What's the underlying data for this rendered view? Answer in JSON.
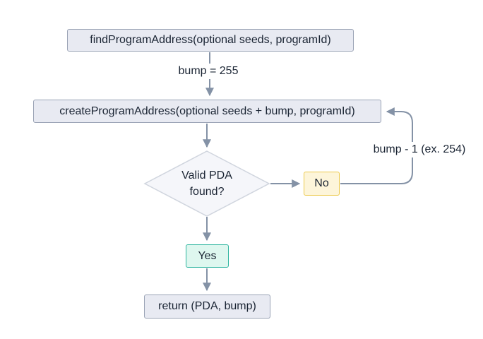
{
  "diagram": {
    "title": "PDA derivation flowchart",
    "nodes": {
      "find": {
        "label": "findProgramAddress(optional seeds, programId)"
      },
      "create": {
        "label": "createProgramAddress(optional seeds + bump, programId)"
      },
      "decision": {
        "label": "Valid PDA found?"
      },
      "no": {
        "label": "No"
      },
      "yes": {
        "label": "Yes"
      },
      "return": {
        "label": "return (PDA, bump)"
      }
    },
    "edge_labels": {
      "bump_init": "bump = 255",
      "bump_decrement": "bump - 1 (ex. 254)"
    },
    "colors": {
      "node_fill": "#e8eaf2",
      "node_border": "#9aa3b5",
      "decision_fill": "#f5f6fa",
      "decision_border": "#d0d5de",
      "no_fill": "#fdf5da",
      "no_border": "#ecc94b",
      "yes_fill": "#def7ef",
      "yes_border": "#2fb5a0",
      "arrow": "#8492a6",
      "text": "#1a2433",
      "background": "#ffffff"
    }
  }
}
